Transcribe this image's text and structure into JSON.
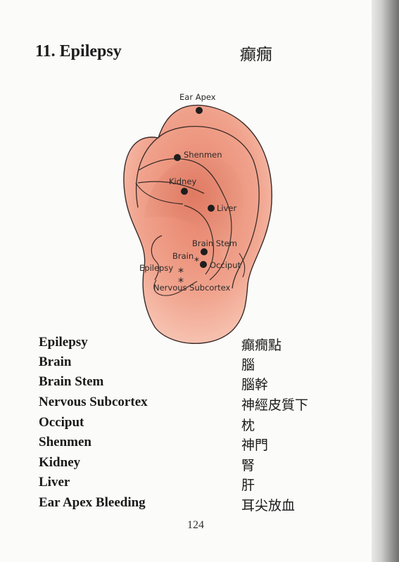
{
  "page": {
    "title": "11. Epilepsy",
    "title_cn": "癲癇",
    "page_number": "124"
  },
  "diagram": {
    "points": [
      {
        "label": "Ear Apex"
      },
      {
        "label": "Shenmen"
      },
      {
        "label": "Kidney"
      },
      {
        "label": "Liver"
      },
      {
        "label": "Brain Stem"
      },
      {
        "label": "Brain"
      },
      {
        "label": "Occiput"
      },
      {
        "label": "Epilepsy"
      },
      {
        "label": "Nervous Subcortex"
      }
    ],
    "colors": {
      "skin": "#f0a48e",
      "skin_dark": "#e2806a",
      "outline": "#3a2a26",
      "dot": "#1e1e1e"
    }
  },
  "legend": [
    {
      "en": "Epilepsy",
      "cn": "癲癇點"
    },
    {
      "en": "Brain",
      "cn": "腦"
    },
    {
      "en": "Brain Stem",
      "cn": "腦幹"
    },
    {
      "en": "Nervous Subcortex",
      "cn": "神經皮質下"
    },
    {
      "en": "Occiput",
      "cn": "枕"
    },
    {
      "en": "Shenmen",
      "cn": "神門"
    },
    {
      "en": "Kidney",
      "cn": "腎"
    },
    {
      "en": "Liver",
      "cn": "肝"
    },
    {
      "en": "Ear Apex Bleeding",
      "cn": "耳尖放血"
    }
  ]
}
